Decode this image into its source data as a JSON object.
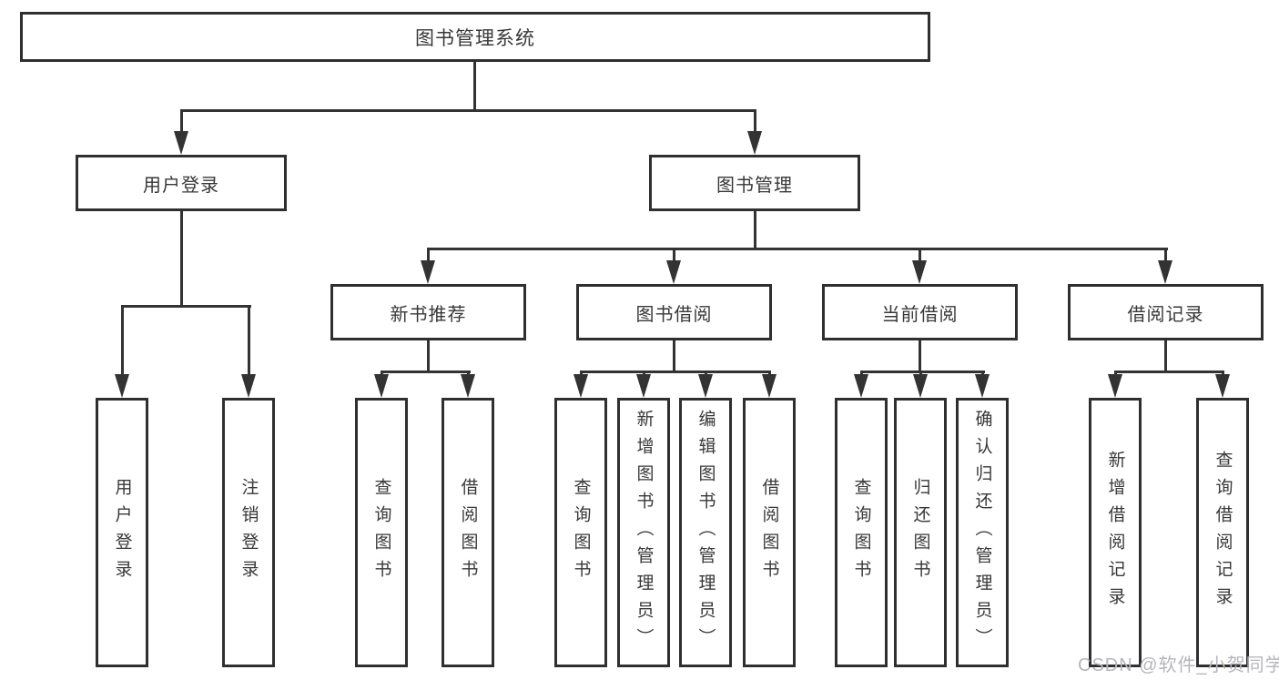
{
  "diagram_title": "图书管理系统",
  "colors": {
    "line": "#333333",
    "box_border": "#2f2f2f",
    "text": "#383838",
    "background": "#ffffff",
    "watermark_text_color": "#b7b5bb"
  },
  "nodes": {
    "root": "图书管理系统",
    "user_login": "用户登录",
    "book_mgmt": "图书管理",
    "new_books": "新书推荐",
    "book_borrow": "图书借阅",
    "current_borrow": "当前借阅",
    "borrow_records": "借阅记录",
    "leaves": {
      "user_login_1": "用户登录",
      "user_login_2": "注销登录",
      "new_books_1": "查询图书",
      "new_books_2": "借阅图书",
      "book_borrow_1": "查询图书",
      "book_borrow_2": "新增图书（管理员）",
      "book_borrow_3": "编辑图书（管理员）",
      "book_borrow_4": "借阅图书",
      "current_borrow_1": "查询图书",
      "current_borrow_2": "归还图书",
      "current_borrow_3": "确认归还（管理员）",
      "borrow_records_1": "新增借阅记录",
      "borrow_records_2": "查询借阅记录"
    }
  },
  "watermark": "CSDN @软件_小贺同学"
}
